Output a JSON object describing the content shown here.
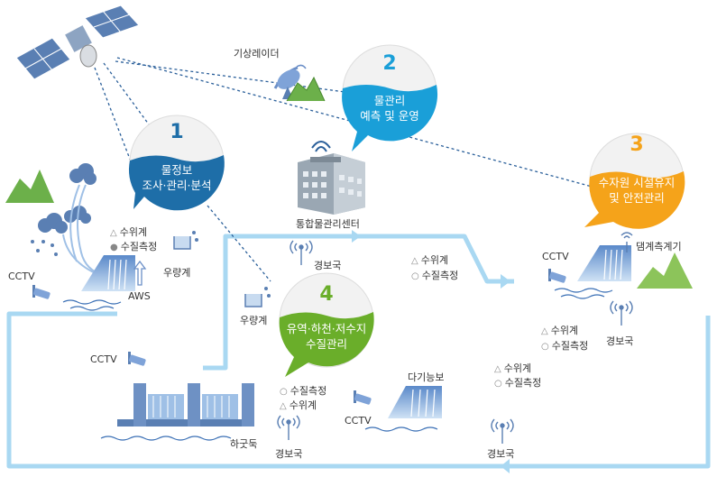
{
  "bubbles": [
    {
      "number": "1",
      "line1": "물정보",
      "line2": "조사·관리·분석"
    },
    {
      "number": "2",
      "line1": "물관리",
      "line2": "예측 및 운영"
    },
    {
      "number": "3",
      "line1": "수자원 시설유지",
      "line2": "및 안전관리"
    },
    {
      "number": "4",
      "line1": "유역·하천·저수지",
      "line2": "수질관리"
    }
  ],
  "labels": {
    "radar": "기상레이더",
    "center": "통합물관리센터",
    "water_level": "수위계",
    "water_quality": "수질측정",
    "rain_gauge": "우량계",
    "aws": "AWS",
    "cctv": "CCTV",
    "alarm": "경보국",
    "dam_gauge": "댐계측계기",
    "weir": "하굿둑",
    "multi_weir": "다기능보"
  },
  "colors": {
    "blue_bubble": "#1e6ea8",
    "cyan_bubble": "#1a9fd8",
    "orange_bubble": "#f5a31a",
    "green_bubble": "#6aae2a",
    "river": "#a9d8f2",
    "dashed_link": "#2a5f9a"
  },
  "icons": [
    "satellite-icon",
    "radar-icon",
    "antenna-icon",
    "cctv-icon",
    "dam-icon",
    "cloud-icon",
    "mountain-icon",
    "building-icon"
  ]
}
